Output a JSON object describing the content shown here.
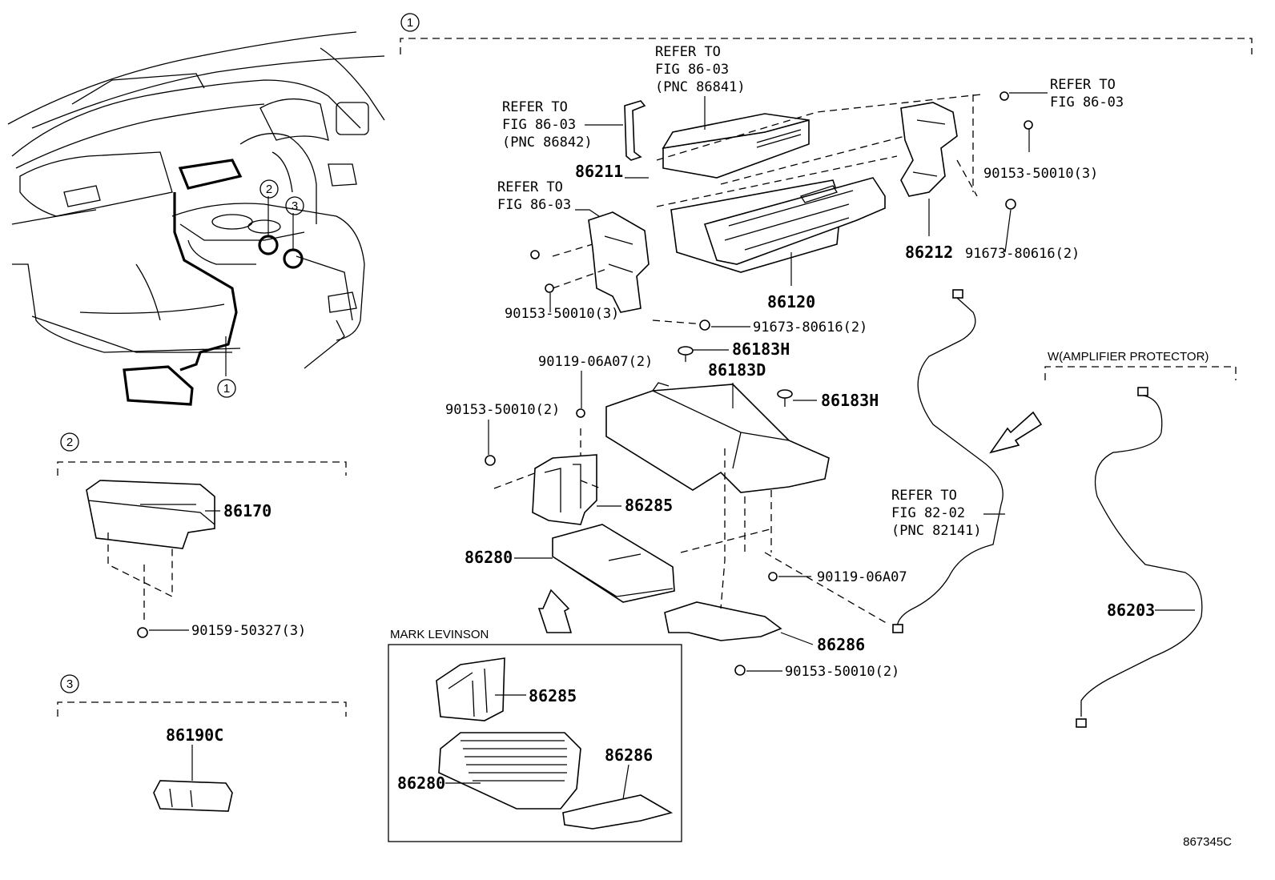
{
  "callouts": {
    "c1": "1",
    "c2": "2",
    "c3": "3"
  },
  "refs": {
    "ref_86841": [
      "REFER TO",
      "FIG 86-03",
      "(PNC 86841)"
    ],
    "ref_86842": [
      "REFER TO",
      "FIG 86-03",
      "(PNC 86842)"
    ],
    "ref_left": [
      "REFER TO",
      "FIG 86-03"
    ],
    "ref_right": [
      "REFER TO",
      "FIG 86-03"
    ],
    "ref_82141": [
      "REFER TO",
      "FIG 82-02",
      "(PNC 82141)"
    ]
  },
  "parts": {
    "p86211": "86211",
    "p86212": "86212",
    "p86120": "86120",
    "p86183H_a": "86183H",
    "p86183D": "86183D",
    "p86183H_b": "86183H",
    "p86285": "86285",
    "p86280": "86280",
    "p86286": "86286",
    "p86170": "86170",
    "p86190C": "86190C",
    "p86203": "86203",
    "ml_86285": "86285",
    "ml_86280": "86280",
    "ml_86286": "86286"
  },
  "fasteners": {
    "f_90153_3_r": "90153-50010(3)",
    "f_91673_2_r": "91673-80616(2)",
    "f_90153_3_l": "90153-50010(3)",
    "f_91673_2_c": "91673-80616(2)",
    "f_90119_2": "90119-06A07(2)",
    "f_90153_2_l": "90153-50010(2)",
    "f_90119": "90119-06A07",
    "f_90153_2_b": "90153-50010(2)",
    "f_90159_3": "90159-50327(3)"
  },
  "boxes": {
    "amp_protector": "W(AMPLIFIER PROTECTOR)",
    "mark_levinson": "MARK LEVINSON"
  },
  "figure_code": "867345C"
}
